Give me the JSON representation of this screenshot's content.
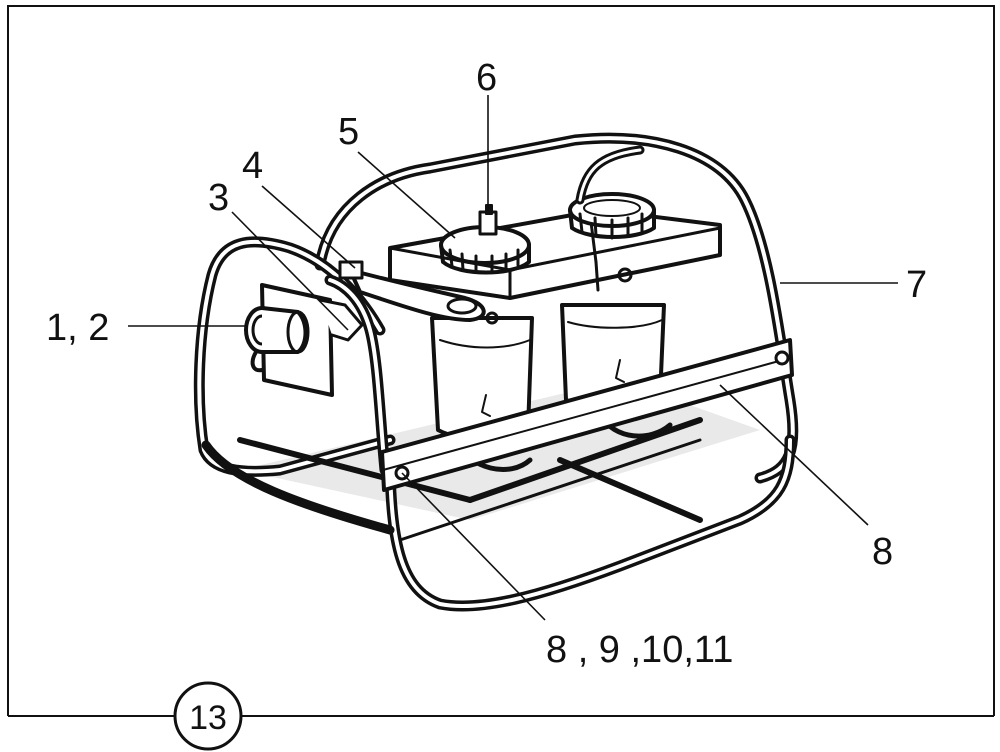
{
  "figure": {
    "badge": "13",
    "callouts": {
      "c12": "1, 2",
      "c3": "3",
      "c4": "4",
      "c5": "5",
      "c6": "6",
      "c7": "7",
      "c8": "8",
      "c891011": "8 , 9 ,10,11"
    }
  }
}
